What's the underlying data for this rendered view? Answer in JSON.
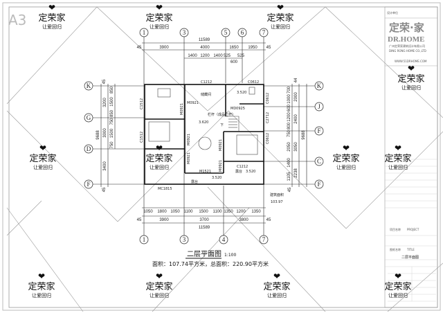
{
  "sheet_label": "A3",
  "drawing_title": "二层平面图",
  "scale": "1:100",
  "area_note": "面积：107.74平方米，总面积：220.90平方米",
  "watermark": {
    "brand": "定荣家",
    "slogan": "让爱回归",
    "icon": "heart-icon"
  },
  "title_block": {
    "design_unit": "设计单位",
    "logo_cn": "定荣·家",
    "logo_en": "DR.HOME",
    "company_cn": "广州定荣家建筑设计有限公司",
    "company_en": "DING RONG HOME CO.,LTD",
    "website": "WWW.51DRHOME.COM",
    "project_label": "项目名称",
    "project_value": "PROJECT",
    "drawing_label": "图纸名称",
    "drawing_value": "TITLE",
    "sheet_name": "二层平面图"
  },
  "axes": {
    "top": [
      "1",
      "3",
      "5",
      "6",
      "7"
    ],
    "bottom": [
      "1",
      "3",
      "4",
      "7"
    ],
    "left": [
      "K",
      "G",
      "D",
      "F"
    ],
    "right": [
      "K",
      "J",
      "F",
      "C",
      "F"
    ]
  },
  "dims": {
    "top_total": "11589",
    "top_mid": [
      "3900",
      "4000",
      "1650",
      "1950"
    ],
    "top_inner": [
      "1400",
      "1200",
      "1400",
      "525",
      "600",
      "525"
    ],
    "top_end": [
      "45",
      "45"
    ],
    "bottom_inner": [
      "1050",
      "1800",
      "1050",
      "1100",
      "1500",
      "1100",
      "1350",
      "1200",
      "1350"
    ],
    "bottom_mid": [
      "3900",
      "3700",
      "3800"
    ],
    "bottom_total": "11589",
    "bottom_end": [
      "45",
      "45"
    ],
    "left_inner": [
      "850",
      "1500",
      "850",
      "750",
      "1500",
      "750"
    ],
    "left_mid": [
      "3200",
      "3000",
      "3400"
    ],
    "left_total": "9688",
    "left_end": [
      "45",
      "45"
    ],
    "right_inner": [
      "700",
      "1000",
      "600",
      "1200",
      "800",
      "750",
      "2050",
      "1400",
      "1105"
    ],
    "right_mid": [
      "2000",
      "2400",
      "3050",
      "2238"
    ],
    "right_total": "9688",
    "right_end": [
      "44",
      "45"
    ]
  },
  "plan_labels": {
    "windows": [
      "C1212",
      "C0612",
      "C1512",
      "C1512",
      "C0612",
      "C2712",
      "C0612",
      "C1212",
      "MC1815"
    ],
    "doors": [
      "M0921",
      "M0921",
      "M0921",
      "M0921",
      "M0921",
      "M0921",
      "M1521",
      "MD0925"
    ],
    "levels": [
      "3.520",
      "3.620",
      "3.520",
      "3.520"
    ],
    "rooms": [
      "储藏间",
      "栏杆（成品栏杆）",
      "露台",
      "露台",
      "下"
    ],
    "area_label": "建筑面积",
    "area_value": "103.97"
  }
}
